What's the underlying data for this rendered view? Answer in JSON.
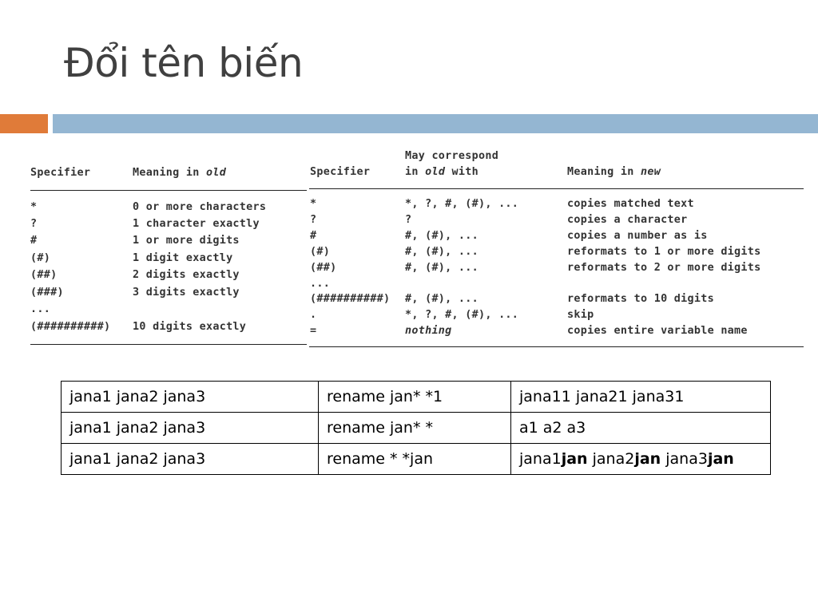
{
  "slide": {
    "title": "Đổi tên biến"
  },
  "left_table": {
    "headers": [
      "Specifier",
      "Meaning in ",
      "old"
    ],
    "rows": [
      [
        "*",
        "0 or more characters"
      ],
      [
        "?",
        "1 character exactly"
      ],
      [
        "#",
        "1 or more digits"
      ],
      [
        "(#)",
        "1 digit exactly"
      ],
      [
        "(##)",
        "2 digits exactly"
      ],
      [
        "(###)",
        "3 digits exactly"
      ],
      [
        "...",
        ""
      ],
      [
        "(##########)",
        "10 digits exactly"
      ]
    ]
  },
  "right_table": {
    "headers": {
      "specifier": "Specifier",
      "corr_line1": "May correspond",
      "corr_line2a": "in ",
      "corr_line2b": "old",
      "corr_line2c": " with",
      "meaning_a": "Meaning in ",
      "meaning_b": "new"
    },
    "rows": [
      [
        "*",
        "*, ?, #, (#), ...",
        "copies matched text"
      ],
      [
        "?",
        "?",
        "copies a character"
      ],
      [
        "#",
        "#, (#), ...",
        "copies a number as is"
      ],
      [
        "(#)",
        "#, (#), ...",
        "reformats to 1 or more digits"
      ],
      [
        "(##)",
        "#, (#), ...",
        "reformats to 2 or more digits"
      ],
      [
        "...",
        "",
        ""
      ],
      [
        "(##########)",
        "#, (#), ...",
        "reformats to 10 digits"
      ],
      [
        ".",
        "*, ?, #, (#), ...",
        "skip"
      ],
      [
        "=",
        "nothing",
        "copies entire variable name"
      ]
    ]
  },
  "examples": {
    "rows": [
      {
        "old": "jana1 jana2 jana3",
        "cmd": "rename jan* *1",
        "result_parts": [
          "jana11 jana21 jana31"
        ]
      },
      {
        "old": "jana1 jana2 jana3",
        "cmd": "rename jan* *",
        "result_parts": [
          "a1 a2 a3"
        ]
      },
      {
        "old": "jana1 jana2 jana3",
        "cmd": "rename * *jan",
        "result_parts": [
          "jana1",
          "jan",
          " jana2",
          "jan",
          " jana3",
          "jan"
        ]
      }
    ]
  }
}
